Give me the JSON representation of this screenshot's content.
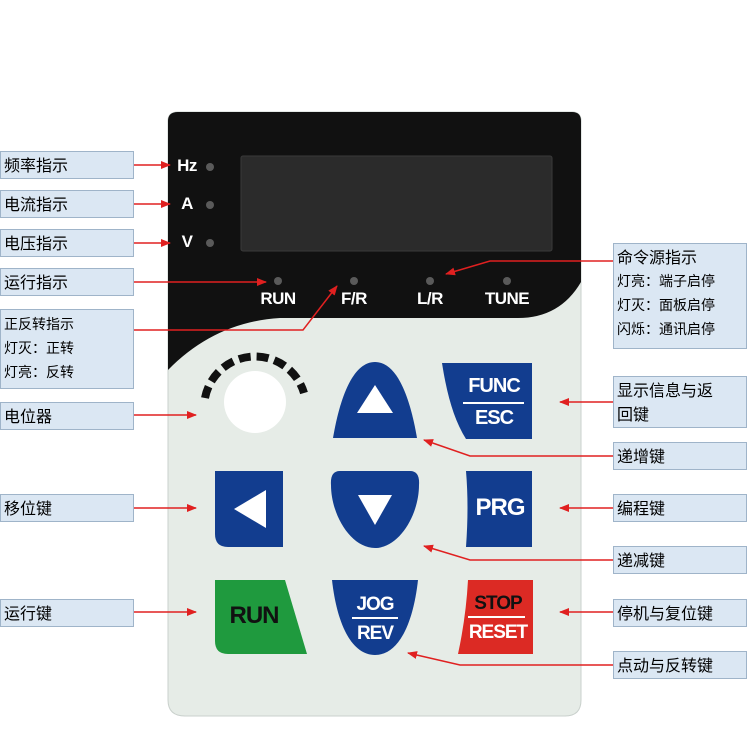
{
  "colors": {
    "panel_top": "#111111",
    "panel_bottom": "#e6ece7",
    "display": "#2b2b2b",
    "key_blue": "#123d8f",
    "key_green": "#1f9a3e",
    "key_red": "#dc2a24",
    "arrow": "#e02020",
    "label_bg": "#dbe7f3"
  },
  "indicators": {
    "hz": "Hz",
    "a": "A",
    "v": "V"
  },
  "status_leds": {
    "run": "RUN",
    "fr": "F/R",
    "lr": "L/R",
    "tune": "TUNE"
  },
  "keys": {
    "func_top": "FUNC",
    "func_bottom": "ESC",
    "prg": "PRG",
    "run": "RUN",
    "jog_top": "JOG",
    "jog_bottom": "REV",
    "stop_top": "STOP",
    "stop_bottom": "RESET"
  },
  "labels": {
    "freq": "频率指示",
    "current": "电流指示",
    "voltage": "电压指示",
    "run_ind": "运行指示",
    "fr_title": "正反转指示",
    "fr_off": "灯灭：正转",
    "fr_on": "灯亮：反转",
    "pot": "电位器",
    "shift": "移位键",
    "run_key": "运行键",
    "cmd_title": "命令源指示",
    "cmd_on": "灯亮：端子启停",
    "cmd_off": "灯灭：面板启停",
    "cmd_flash": "闪烁：通讯启停",
    "display_back_1": "显示信息与返",
    "display_back_2": "回键",
    "up": "递增键",
    "prog": "编程键",
    "down": "递减键",
    "stop": "停机与复位键",
    "jog": "点动与反转键"
  }
}
